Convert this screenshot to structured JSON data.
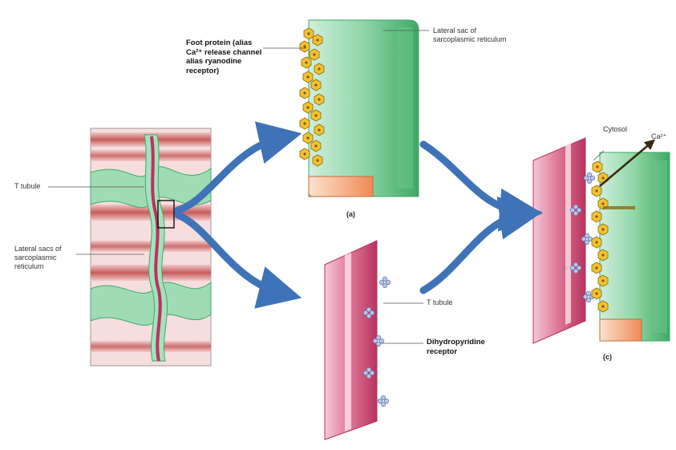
{
  "labels": {
    "foot_protein": "Foot protein (alias Ca²⁺ release channel alias ryanodine receptor)",
    "lateral_sac": "Lateral sac of sarcoplasmic reticulum",
    "t_tubule_left": "T tubule",
    "lateral_sacs_left": "Lateral sacs of sarcoplasmic reticulum",
    "t_tubule_right": "T tubule",
    "dhp_receptor": "Dihydropyridine receptor",
    "cytosol": "Cytosol",
    "ca_ion": "Ca²⁺",
    "panel_a": "(a)",
    "panel_c": "(c)"
  },
  "colors": {
    "sr_green": "#7fcf97",
    "sr_green_dark": "#3fa866",
    "t_tubule_pink": "#d9577f",
    "t_tubule_light": "#f2b3c6",
    "foot_protein_yellow": "#f2c230",
    "arrow_blue": "#3f73b7",
    "sac_interior": "#f3a77a"
  }
}
